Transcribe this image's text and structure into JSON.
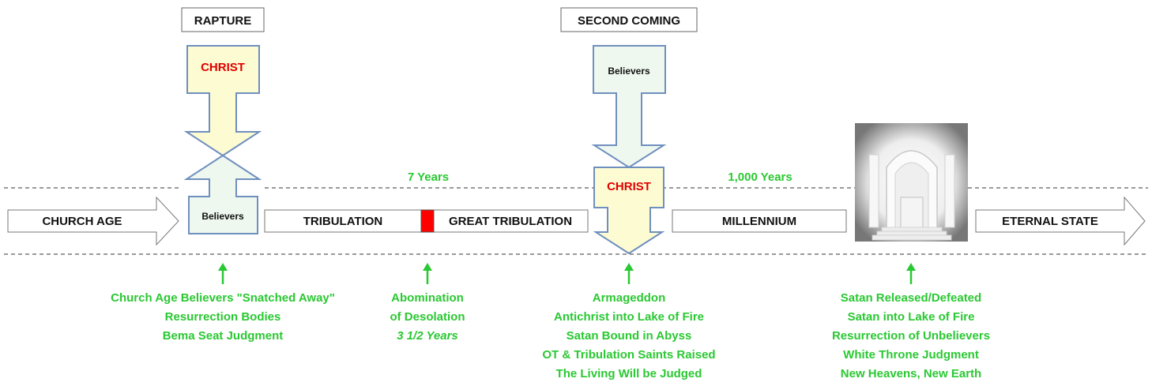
{
  "headers": {
    "rapture": "RAPTURE",
    "second_coming": "SECOND COMING"
  },
  "durations": {
    "seven_years": "7 Years",
    "thousand_years": "1,000 Years"
  },
  "ages": {
    "church_age": "CHURCH AGE",
    "tribulation": "TRIBULATION",
    "great_tribulation": "GREAT TRIBULATION",
    "millennium": "MILLENNIUM",
    "eternal_state": "ETERNAL STATE"
  },
  "rapture_diagram": {
    "top": "CHRIST",
    "bottom": "Believers"
  },
  "second_coming_diagram": {
    "top": "Believers",
    "bottom": "CHRIST"
  },
  "events": {
    "rapture": [
      "Church Age Believers \"Snatched Away\"",
      "Resurrection Bodies",
      "Bema Seat Judgment"
    ],
    "midpoint": [
      "Abomination",
      "of Desolation",
      "3 1/2 Years"
    ],
    "second_coming": [
      "Armageddon",
      "Antichrist into Lake of Fire",
      "Satan Bound in Abyss",
      "OT & Tribulation Saints Raised",
      "The Living Will be Judged"
    ],
    "end": [
      "Satan Released/Defeated",
      "Satan into Lake of Fire",
      "Resurrection of Unbelievers",
      "White Throne Judgment",
      "New Heavens, New Earth"
    ]
  },
  "colors": {
    "event_text": "#2ac832",
    "christ_text": "#e00000",
    "arrow_fill": "#fdfbd2",
    "arrow_stroke": "#6f8fbf",
    "believers_fill": "#eef8ee",
    "midpoint_marker": "#ff0000"
  },
  "image_description_icon": "white-throne-icon"
}
